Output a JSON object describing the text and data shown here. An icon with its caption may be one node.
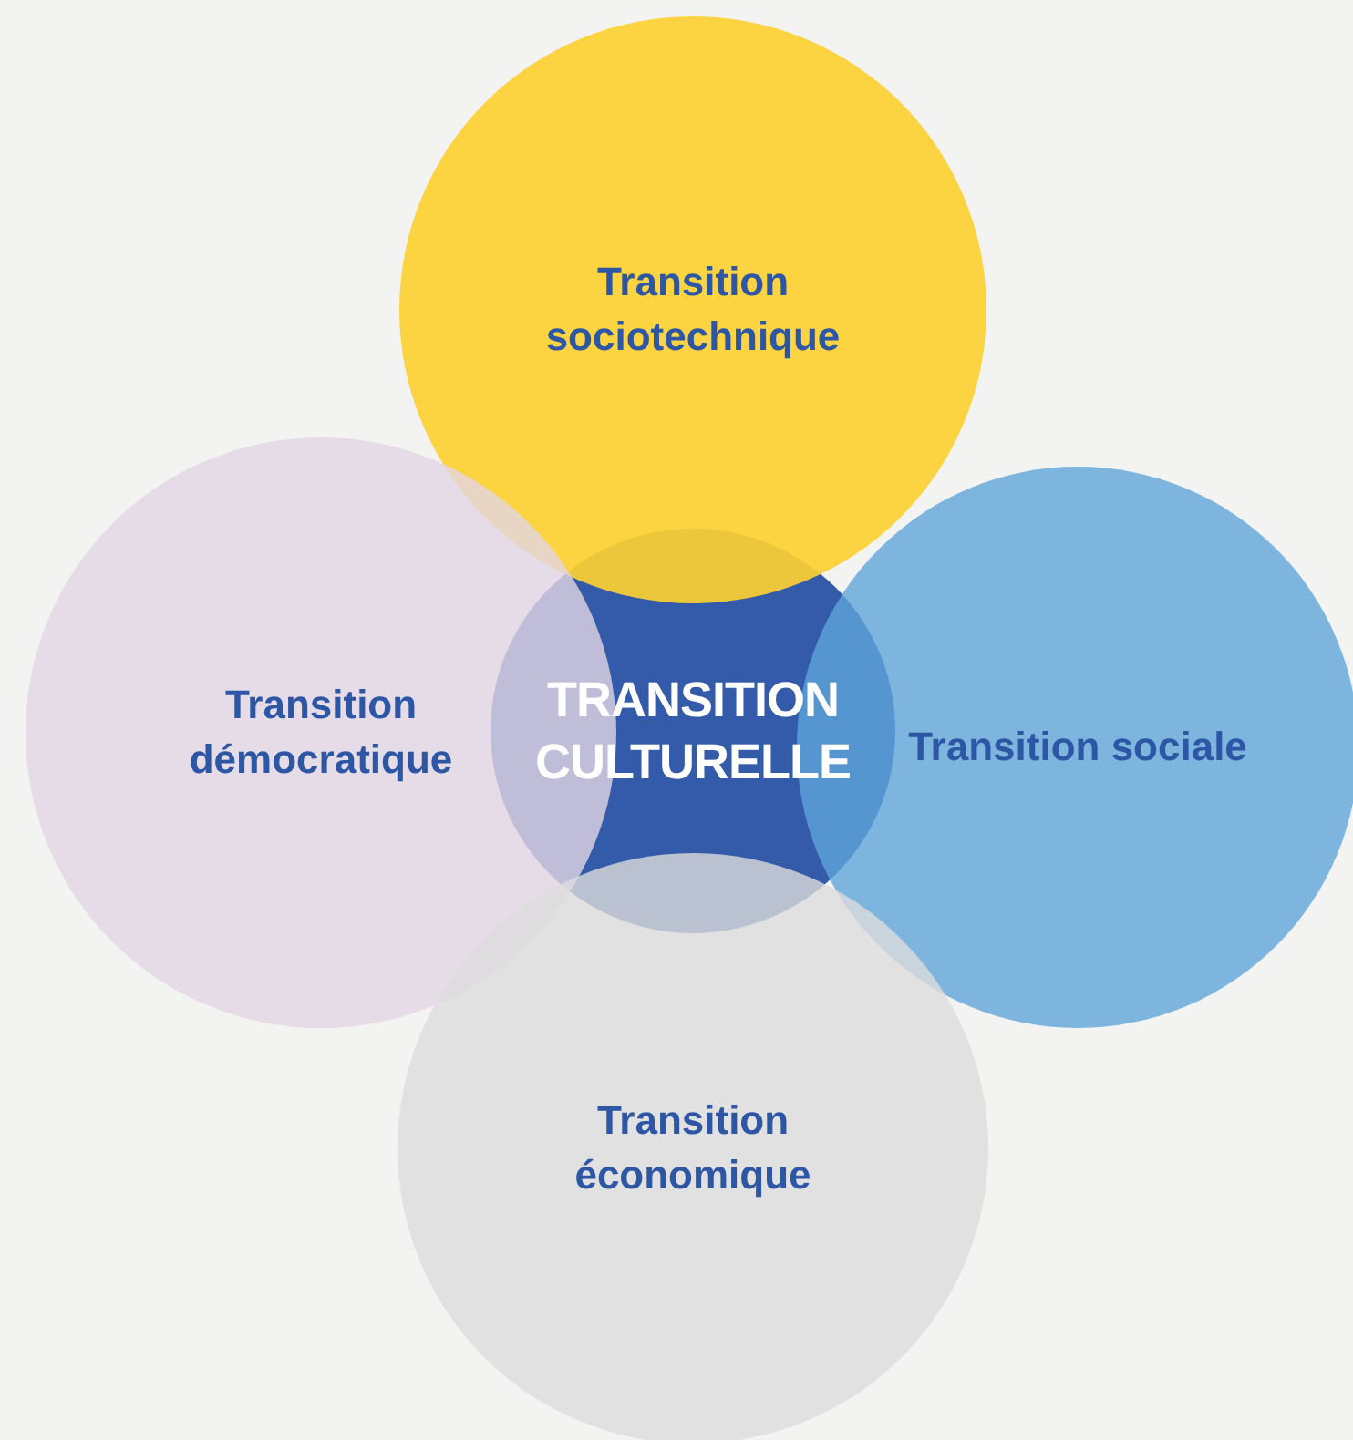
{
  "diagram": {
    "nodes": [
      {
        "text": [
          "Transition sociotechnique"
        ]
      },
      {
        "text": [
          "Transition démocratique"
        ]
      },
      {
        "text": [
          "TRANSITION CULTURELLE"
        ]
      },
      {
        "text": [
          "Transition sociale"
        ]
      },
      {
        "text": [
          "Transition économique"
        ]
      }
    ]
  }
}
